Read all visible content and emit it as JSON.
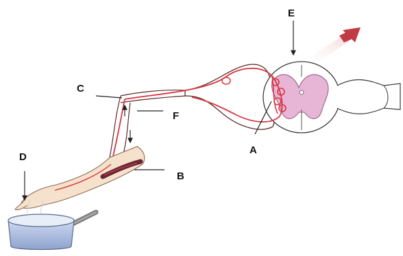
{
  "labels": {
    "A": "A",
    "B": "B",
    "C": "C",
    "D": "D",
    "E": "E",
    "F": "F"
  },
  "colors": {
    "nerve": "#d9343f",
    "nerve_outline": "#5a2a2a",
    "skin": "#f6e2cc",
    "gray_matter": "#e7b6d6",
    "muscle": "#6a2530",
    "pot": "#b7c6e6",
    "arrow": "#c23a44"
  }
}
